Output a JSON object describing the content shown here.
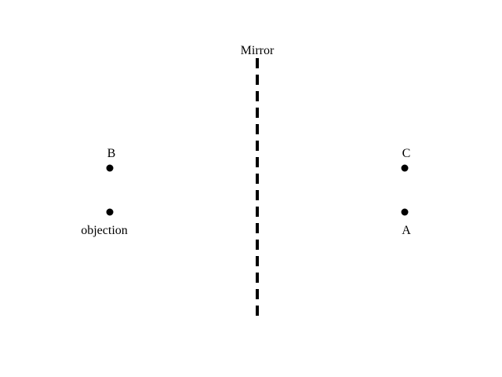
{
  "mirror": {
    "label": "Mirror",
    "line_style": "dashed"
  },
  "points": {
    "b": {
      "label": "B"
    },
    "object": {
      "label": "objection"
    },
    "c": {
      "label": "C"
    },
    "a": {
      "label": "A"
    }
  },
  "colors": {
    "background": "#ffffff",
    "ink": "#000000"
  }
}
